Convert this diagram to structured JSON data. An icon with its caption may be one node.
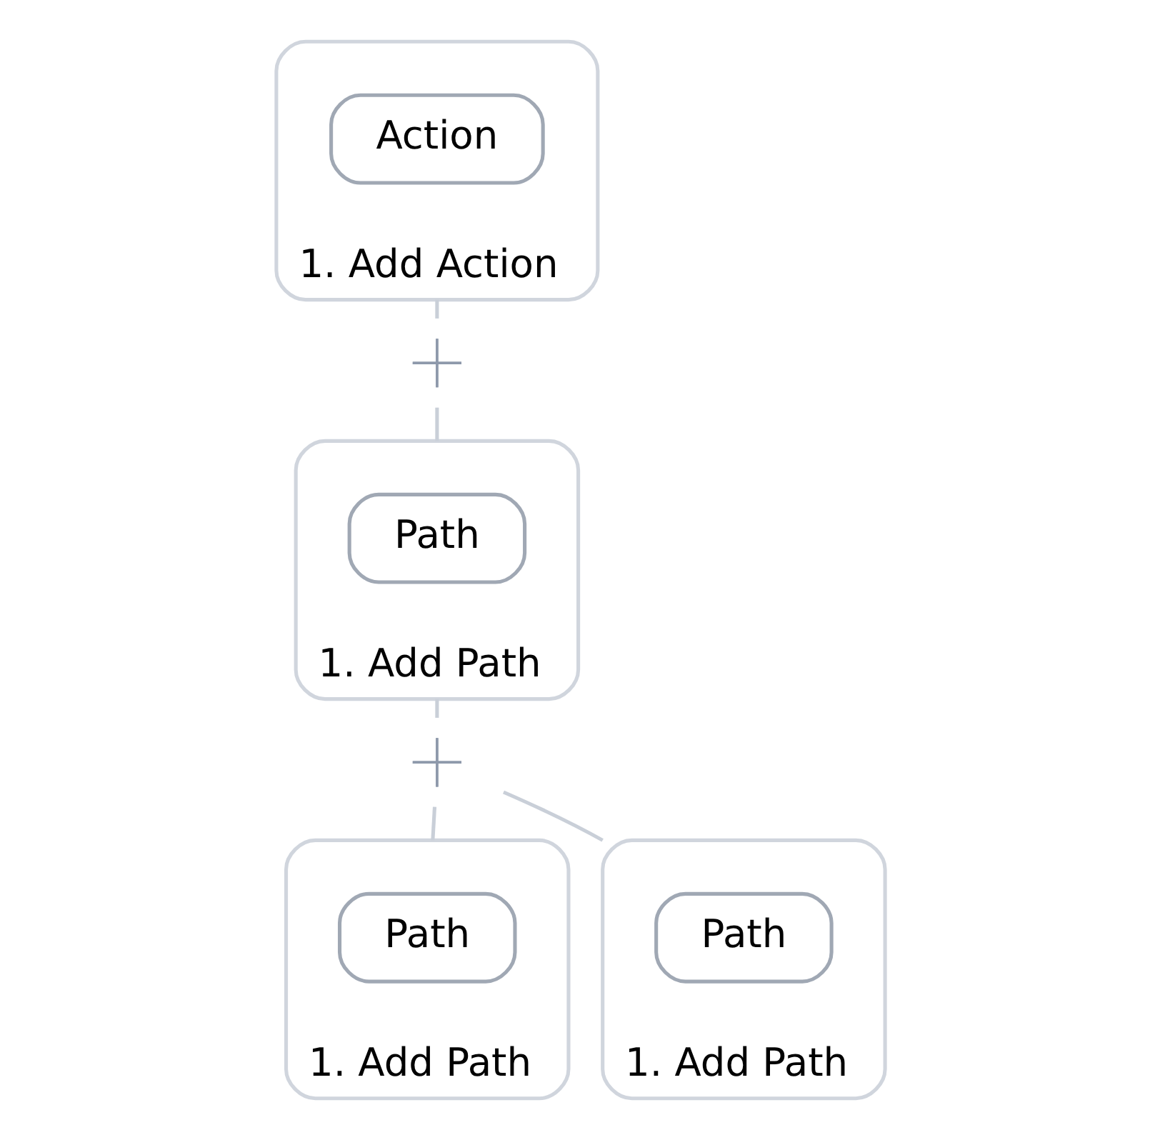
{
  "diagram": {
    "nodes": [
      {
        "text": [
          "1. Add Action"
        ]
      },
      {
        "text": [
          "Action"
        ],
        "in": 0
      },
      {
        "text": [],
        "shape": "plus"
      },
      {
        "text": [
          "1. Add Path"
        ]
      },
      {
        "text": [
          "Path"
        ],
        "in": 3
      },
      {
        "text": [],
        "shape": "plus"
      },
      {
        "text": [
          "1. Add Path"
        ]
      },
      {
        "text": [
          "Path"
        ],
        "in": 6
      },
      {
        "text": [
          "1. Add Path"
        ]
      },
      {
        "text": [
          "Path"
        ],
        "in": 8
      }
    ],
    "edges": [
      {
        "from": 0,
        "to": 2,
        "arrow": "none"
      },
      {
        "from": 2,
        "to": 3,
        "arrow": "none"
      },
      {
        "from": 3,
        "to": 5,
        "arrow": "none"
      },
      {
        "from": 5,
        "to": 6,
        "arrow": "none"
      },
      {
        "from": 5,
        "to": 8,
        "arrow": "none"
      }
    ]
  }
}
